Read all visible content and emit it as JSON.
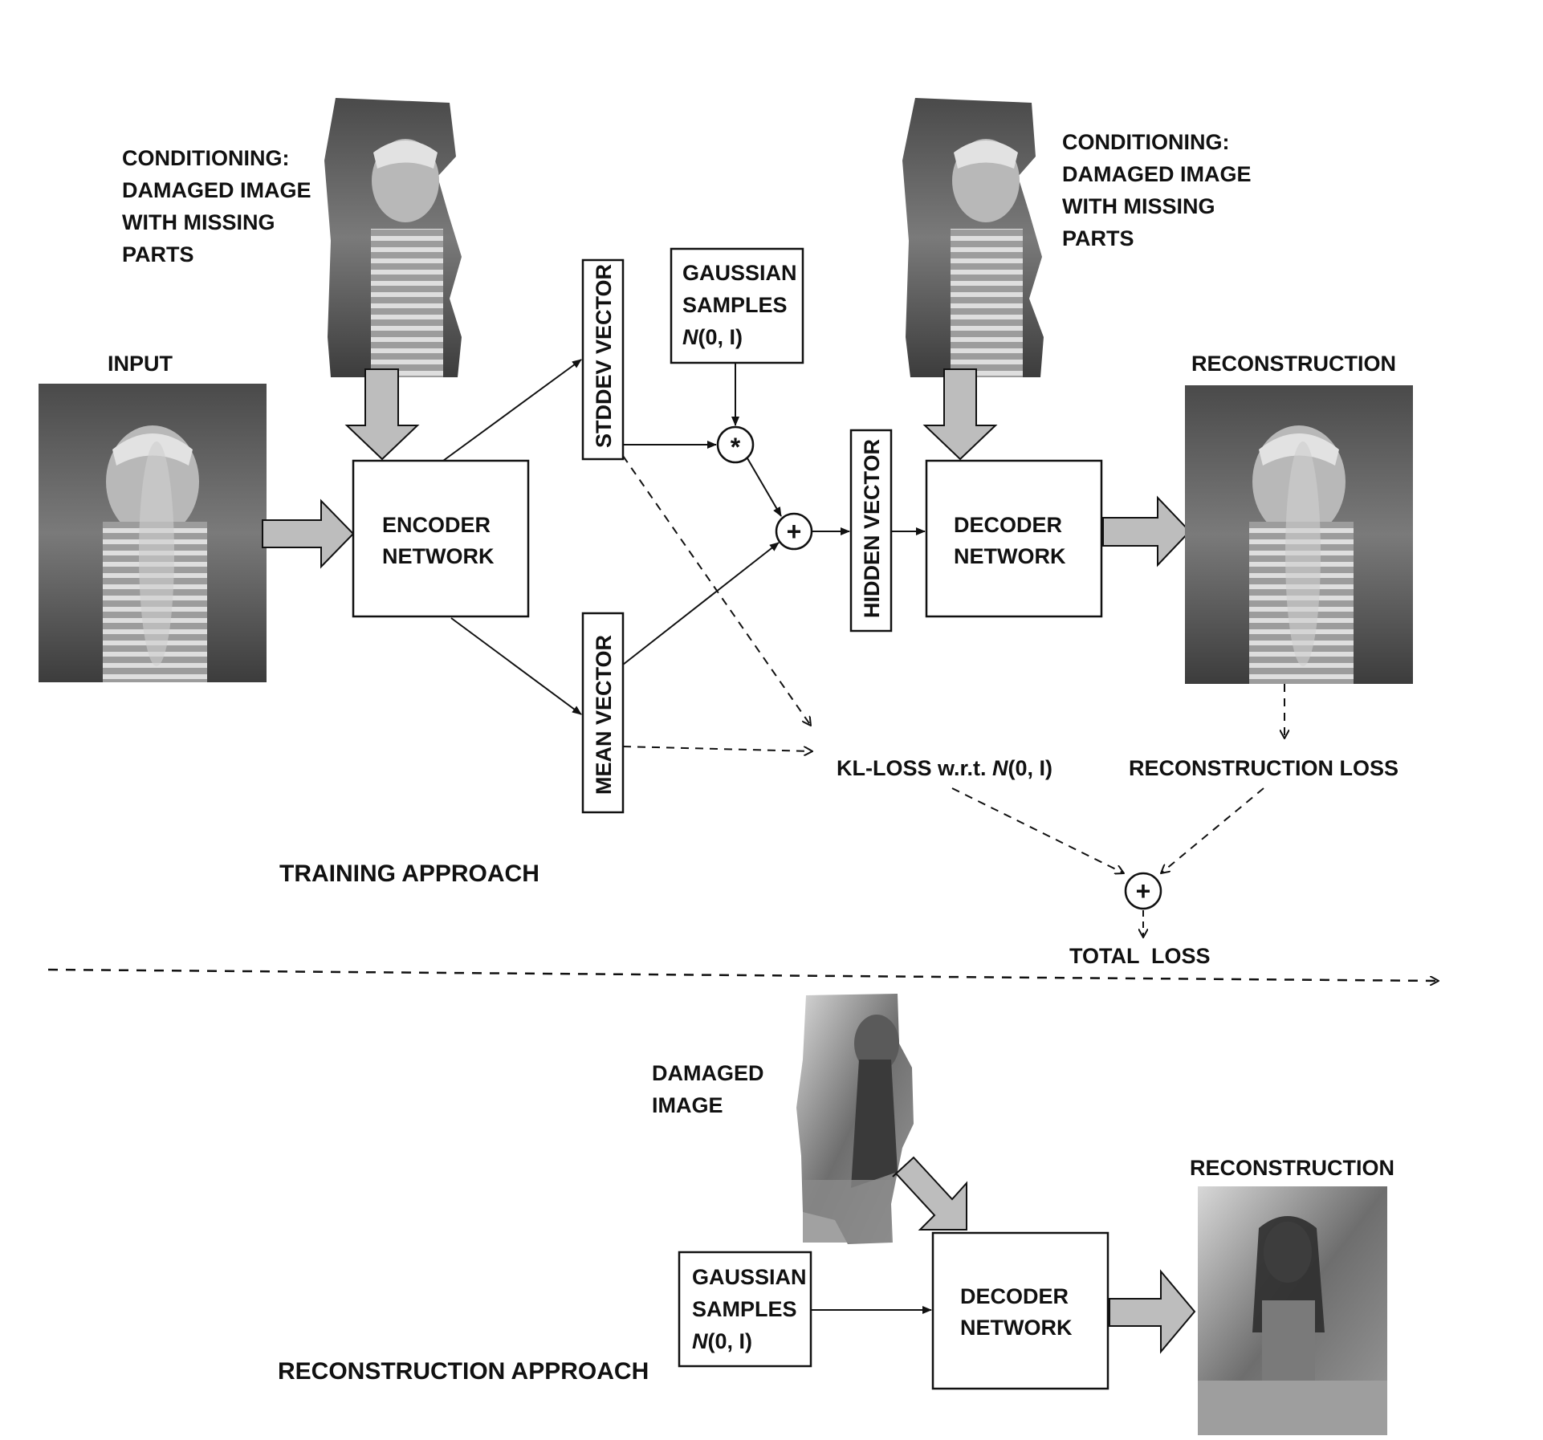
{
  "training": {
    "section_title": "TRAINING APPROACH",
    "input_label": "INPUT",
    "conditioning_label": [
      "CONDITIONING:",
      "DAMAGED IMAGE",
      "WITH MISSING",
      "PARTS"
    ],
    "encoder": [
      "ENCODER",
      "NETWORK"
    ],
    "stddev_vector": "STDDEV VECTOR",
    "mean_vector": "MEAN VECTOR",
    "gaussian": [
      "GAUSSIAN",
      "SAMPLES"
    ],
    "gaussian_dist_prefix": "N",
    "gaussian_dist_suffix": "(0, I)",
    "multiply_symbol": "*",
    "plus_symbol": "+",
    "hidden_vector": "HIDDEN VECTOR",
    "decoder": [
      "DECODER",
      "NETWORK"
    ],
    "reconstruction_label": "RECONSTRUCTION",
    "kl_loss_prefix": "KL-LOSS w.r.t. ",
    "kl_loss_dist_prefix": "N",
    "kl_loss_dist_suffix": "(0, I)",
    "reconstruction_loss": "RECONSTRUCTION LOSS",
    "total_loss": "TOTAL  LOSS"
  },
  "reconstruction": {
    "section_title": "RECONSTRUCTION APPROACH",
    "damaged_label": [
      "DAMAGED",
      "IMAGE"
    ],
    "gaussian": [
      "GAUSSIAN",
      "SAMPLES"
    ],
    "gaussian_dist_prefix": "N",
    "gaussian_dist_suffix": "(0, I)",
    "decoder": [
      "DECODER",
      "NETWORK"
    ],
    "reconstruction_label": "RECONSTRUCTION"
  },
  "colors": {
    "block_arrow_fill": "#bdbdbd",
    "line": "#111111",
    "photo_dark": "#3a3a3a",
    "photo_mid": "#8a8a8a"
  }
}
